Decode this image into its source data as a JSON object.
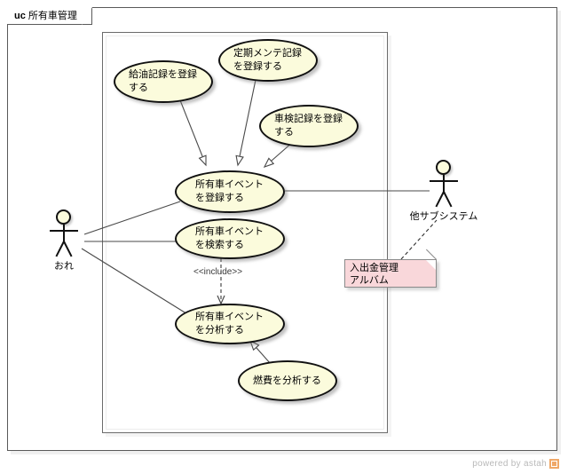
{
  "frame": {
    "keyword": "uc",
    "title": "所有車管理"
  },
  "use_cases": [
    {
      "id": "uc_fuel",
      "label": "給油記録を登録する"
    },
    {
      "id": "uc_maint",
      "label": "定期メンテ記録を登録する"
    },
    {
      "id": "uc_inspect",
      "label": "車検記録を登録する"
    },
    {
      "id": "uc_register",
      "label": "所有車イベントを登録する"
    },
    {
      "id": "uc_search",
      "label": "所有車イベントを検索する"
    },
    {
      "id": "uc_analyze",
      "label": "所有車イベントを分析する"
    },
    {
      "id": "uc_mileage",
      "label": "燃費を分析する"
    }
  ],
  "actors": [
    {
      "id": "actor_me",
      "label": "おれ"
    },
    {
      "id": "actor_subsys",
      "label": "他サブシステム"
    }
  ],
  "note": {
    "lines": [
      "入出金管理",
      "アルバム"
    ]
  },
  "relations": {
    "include_label": "<<include>>"
  },
  "watermark": {
    "text": "powered by astah",
    "icon": "astah-logo-icon"
  },
  "colors": {
    "usecase_fill": "#fbfbdc",
    "usecase_stroke": "#111111",
    "note_fill": "#f9d7da",
    "boundary_stroke": "#6b6b6b",
    "frame_stroke": "#5a5a5a",
    "link_stroke": "#4a4a4a",
    "watermark_text": "#b9b9b9"
  }
}
